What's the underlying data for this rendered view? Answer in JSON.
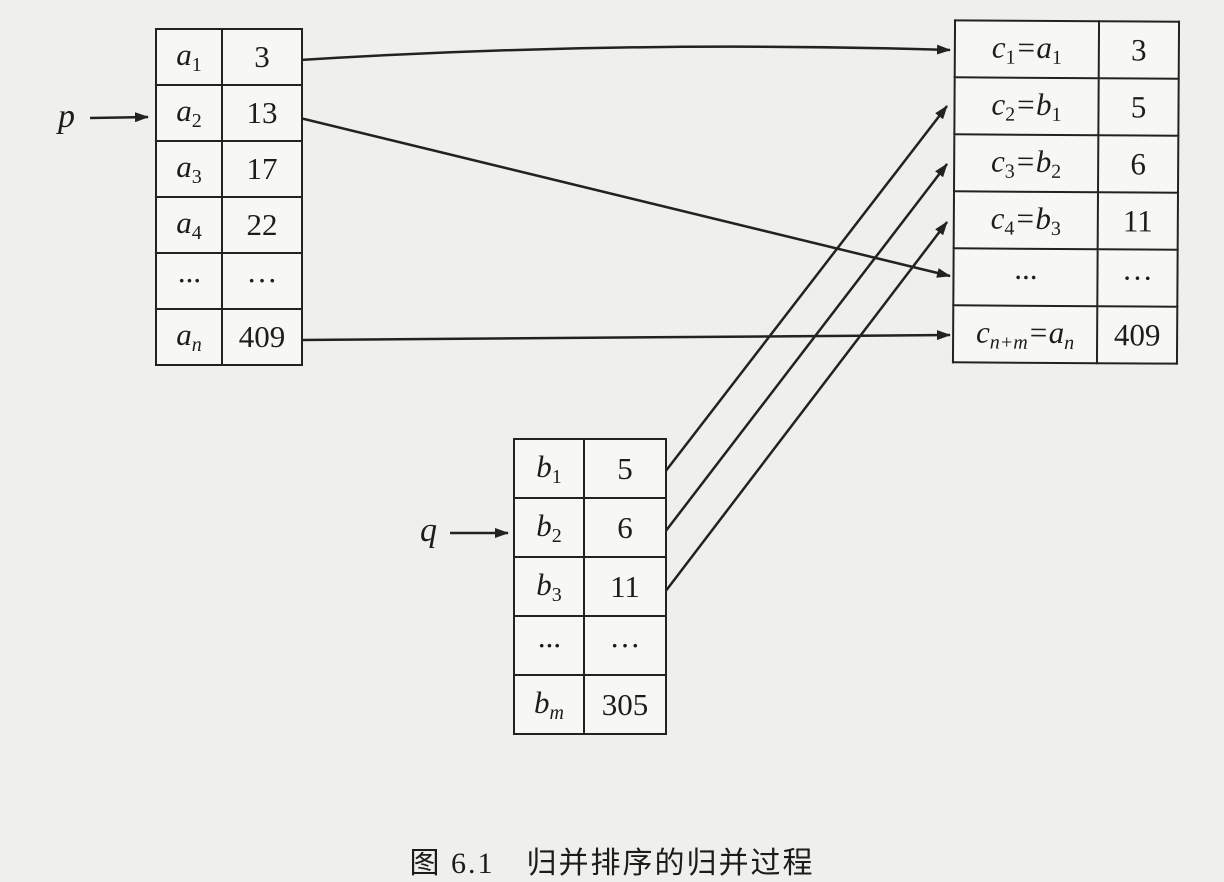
{
  "pointers": {
    "p": "p",
    "q": "q"
  },
  "table_a": [
    {
      "key": [
        {
          "t": "a",
          "s": "1"
        }
      ],
      "value": "3"
    },
    {
      "key": [
        {
          "t": "a",
          "s": "2"
        }
      ],
      "value": "13"
    },
    {
      "key": [
        {
          "t": "a",
          "s": "3"
        }
      ],
      "value": "17"
    },
    {
      "key": [
        {
          "t": "a",
          "s": "4"
        }
      ],
      "value": "22"
    },
    {
      "key": [
        {
          "t": "···",
          "s": ""
        }
      ],
      "value": "···"
    },
    {
      "key": [
        {
          "t": "a",
          "s": "n"
        }
      ],
      "value": "409"
    }
  ],
  "table_b": [
    {
      "key": [
        {
          "t": "b",
          "s": "1"
        }
      ],
      "value": "5"
    },
    {
      "key": [
        {
          "t": "b",
          "s": "2"
        }
      ],
      "value": "6"
    },
    {
      "key": [
        {
          "t": "b",
          "s": "3"
        }
      ],
      "value": "11"
    },
    {
      "key": [
        {
          "t": "···",
          "s": ""
        }
      ],
      "value": "···"
    },
    {
      "key": [
        {
          "t": "b",
          "s": "m"
        }
      ],
      "value": "305"
    }
  ],
  "table_c": [
    {
      "key": [
        {
          "t": "c",
          "s": "1"
        },
        {
          "t": "=a",
          "s": "1"
        }
      ],
      "value": "3"
    },
    {
      "key": [
        {
          "t": "c",
          "s": "2"
        },
        {
          "t": "=b",
          "s": "1"
        }
      ],
      "value": "5"
    },
    {
      "key": [
        {
          "t": "c",
          "s": "3"
        },
        {
          "t": "=b",
          "s": "2"
        }
      ],
      "value": "6"
    },
    {
      "key": [
        {
          "t": "c",
          "s": "4"
        },
        {
          "t": "=b",
          "s": "3"
        }
      ],
      "value": "11"
    },
    {
      "key": [
        {
          "t": "···",
          "s": ""
        }
      ],
      "value": "···"
    },
    {
      "key": [
        {
          "t": "c",
          "s": "n+m"
        },
        {
          "t": "=a",
          "s": "n"
        }
      ],
      "value": "409"
    }
  ],
  "caption": "图 6.1　归并排序的归并过程"
}
